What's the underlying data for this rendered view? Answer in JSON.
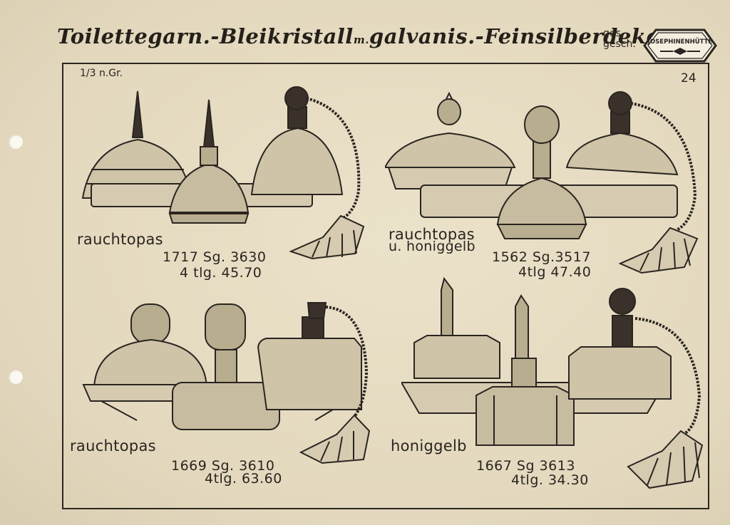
{
  "header": {
    "title_part1": "Toilettegarn.-Bleikristall",
    "title_sub": "m.",
    "title_part2": "galvanis.-Feinsilberdekoren",
    "ges": "ges.",
    "gesch": "gesch.",
    "logo_text": "JOSEPHINENHÜTTE"
  },
  "page": {
    "scale_note": "1/3 n.Gr.",
    "page_number": "24"
  },
  "items": [
    {
      "color_line1": "rauchtopas",
      "color_line2": "",
      "model_line": "1717 Sg. 3630",
      "price_line": "4 tlg. 45.70"
    },
    {
      "color_line1": "rauchtopas",
      "color_line2": "u. honiggelb",
      "model_line": "1562 Sg.3517",
      "price_line": "4tlg 47.40"
    },
    {
      "color_line1": "rauchtopas",
      "color_line2": "",
      "model_line": "1669 Sg. 3610",
      "price_line": "4tlg. 63.60"
    },
    {
      "color_line1": "honiggelb",
      "color_line2": "",
      "model_line": "1667 Sg 3613",
      "price_line": "4tlg. 34.30"
    }
  ]
}
